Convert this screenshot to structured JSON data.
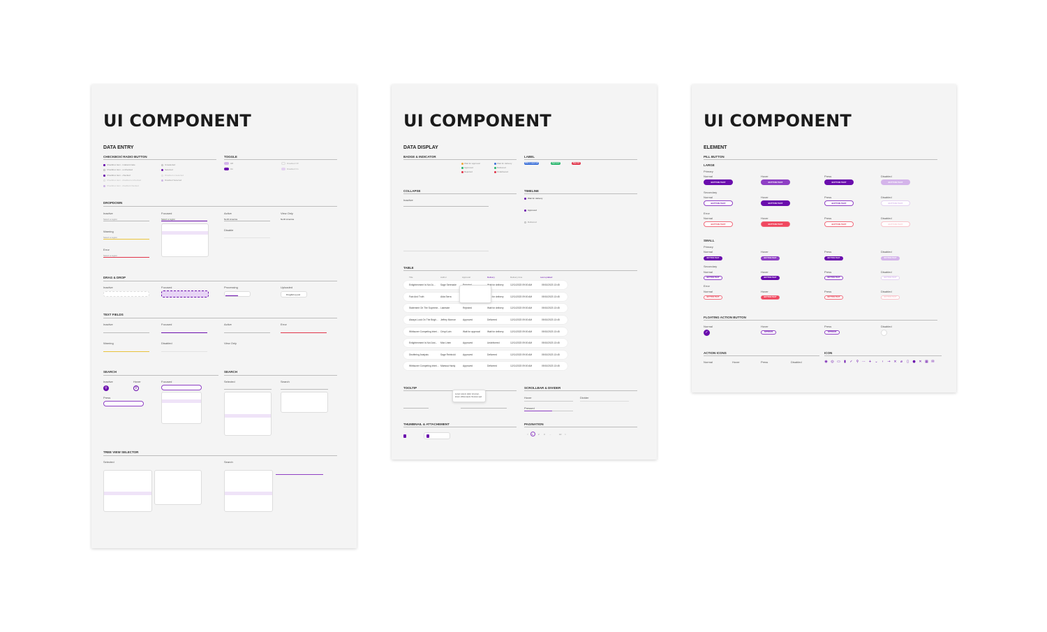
{
  "boards": [
    {
      "title": "UI COMPONENT",
      "section": "DATA ENTRY"
    },
    {
      "title": "UI COMPONENT",
      "section": "DATA DISPLAY"
    },
    {
      "title": "UI COMPONENT",
      "section": "ELEMENT"
    }
  ],
  "entry": {
    "checkbox_title": "CHECKBOX/ RADIO BUTTON",
    "toggle_title": "TOGGLE",
    "dropdown_title": "DROPDOWN",
    "dropdown_states": {
      "inactive": "Inactive",
      "focused": "Focused",
      "active": "Active",
      "view_only": "View Only",
      "warning": "Warning",
      "disable": "Disable",
      "error": "Error"
    },
    "dropdown_placeholder": "Select a region",
    "dropdown_value": "North America",
    "dragdrop_title": "DRAG & DROP",
    "dragdrop_states": {
      "inactive": "Inactive",
      "focused": "Focused",
      "processing": "Processing",
      "uploaded": "Uploaded"
    },
    "file_name": "Drag&drop.psd",
    "textfields_title": "TEXT FIELDS",
    "textfield_states": {
      "inactive": "Inactive",
      "focused": "Focused",
      "active": "Active",
      "error": "Error",
      "warning": "Warning",
      "disabled": "Disabled",
      "view_only": "View Only"
    },
    "search_title": "SEARCH",
    "search_states": {
      "inactive": "Inactive",
      "hover": "Hover",
      "focused": "Focused",
      "press": "Press"
    },
    "search2_title": "SEARCH",
    "search2_states": {
      "selected": "Selected",
      "search": "Search"
    },
    "tree_title": "TREE VIEW SELECTOR",
    "tree_states": {
      "selected": "Selected",
      "search": "Search"
    }
  },
  "display": {
    "badge_title": "BADGE & INDICATOR",
    "badge_items": [
      "Wait for approval",
      "Approved",
      "Rejected",
      "Wait for delivery",
      "Delivered",
      "Undelivered"
    ],
    "label_title": "LABEL",
    "labels": [
      {
        "text": "Wait for approval",
        "color": "#3a6fd8"
      },
      {
        "text": "Approved",
        "color": "#27b56b"
      },
      {
        "text": "Rejected",
        "color": "#e0354a"
      }
    ],
    "collapse_title": "COLLAPSE",
    "collapse_state": "Inactive",
    "timeline_title": "TIMELINE",
    "timeline_items": [
      "Wait for delivery",
      "Approved",
      "Delivered"
    ],
    "table_title": "TABLE",
    "table_headers": [
      "Title",
      "Author",
      "Approval",
      "Delivery",
      "Delivery time",
      "Last updated"
    ],
    "table_rows": [
      [
        "Enlightenment Is Not Ju...",
        "Sage Serenade",
        "Rejected",
        "Wait for delivery",
        "12/11/2023 09:00 AM",
        "09/10/2023 13:45"
      ],
      [
        "Fact And Truth",
        "Alda Serra",
        "Rejected",
        "Wait for delivery",
        "12/11/2023 09:00 AM",
        "09/10/2023 13:45"
      ],
      [
        "Statement On The Supreme...",
        "Lakeside",
        "Rejected",
        "Wait for delivery",
        "12/11/2023 09:00 AM",
        "09/10/2023 13:45"
      ],
      [
        "Always Look On The Brigh...",
        "Jeffrey Monroe",
        "Approved",
        "Delivered",
        "12/11/2023 09:00 AM",
        "09/10/2023 13:45"
      ],
      [
        "Whitsuner Competing Interi...",
        "Crispi Lain",
        "Wait for approval",
        "Wait for delivery",
        "12/11/2023 09:00 AM",
        "09/10/2023 13:45"
      ],
      [
        "Enlightenment Is Not Just...",
        "Max Linen",
        "Approved",
        "Undelivered",
        "12/11/2023 09:00 AM",
        "09/10/2023 13:45"
      ],
      [
        "Disrifering Analysis",
        "Sage Reinhold",
        "Approved",
        "Delivered",
        "12/11/2023 09:00 AM",
        "09/10/2023 13:45"
      ],
      [
        "Whitsuner Competing Interi...",
        "Marissa Hardy",
        "Approved",
        "Delivered",
        "12/11/2023 09:00 AM",
        "09/10/2023 13:45"
      ]
    ],
    "tooltip_title": "TOOLTIP",
    "tooltip_text": "Lorem ipsum dolor sit amet, lorem offica turpis rhoncus sed",
    "scrollbar_title": "SCROLLBAR & DIVIDER",
    "scrollbar_labels": {
      "hover": "Hover",
      "divider": "Divider",
      "pressed": "Pressed"
    },
    "thumbnail_title": "THUMBNAIL & ATTACHEMENT",
    "pagination_title": "PAGINATION",
    "pagination": [
      "<",
      "1",
      "2",
      "3",
      "...",
      "10",
      ">"
    ]
  },
  "element": {
    "pill_title": "PILL BUTTON",
    "large": "LARGE",
    "small": "SMALL",
    "groups": [
      "Primary",
      "Secondary",
      "Error"
    ],
    "states": [
      "Normal",
      "Hover",
      "Press",
      "Disabled"
    ],
    "button_text": "BUTTON TEXT",
    "fab_title": "FLOATING ACTION BUTTON",
    "fab_label": "APPROVE",
    "action_icons_title": "ACTION ICONS",
    "icon_title": "ICON",
    "accent": "#6a0dad"
  }
}
